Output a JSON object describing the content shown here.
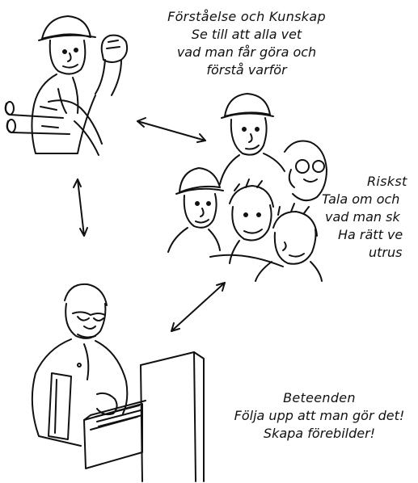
{
  "captions": {
    "top": {
      "title": "Förståelse och Kunskap",
      "lines": [
        "Se till att alla vet",
        "vad man får göra och",
        "förstå varför"
      ]
    },
    "right": {
      "title": "Riskst",
      "lines": [
        "Tala om och",
        "vad man sk",
        "Ha rätt ve",
        "utrus"
      ]
    },
    "bottom": {
      "title": "Beteenden",
      "lines": [
        "Följa upp att man gör det!",
        "Skapa förebilder!"
      ]
    }
  },
  "colors": {
    "ink": "#111111",
    "paper": "#ffffff"
  }
}
